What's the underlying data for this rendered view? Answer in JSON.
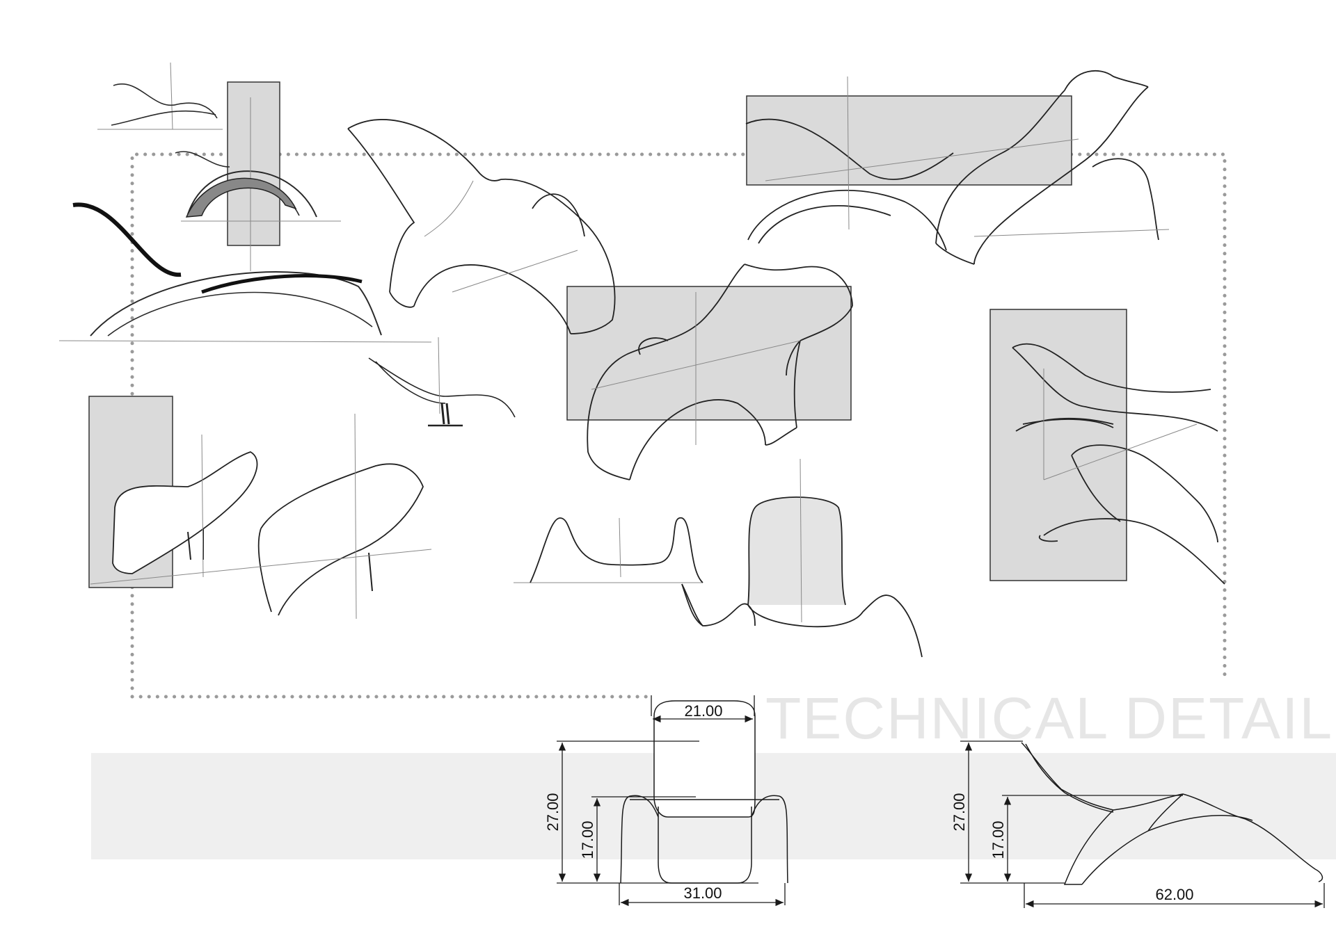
{
  "page": {
    "title": "TECHNICAL DETAILS"
  },
  "front_view": {
    "top_width": "21.00",
    "bottom_width": "31.00",
    "total_height": "27.00",
    "seat_height": "17.00"
  },
  "side_view": {
    "total_height": "27.00",
    "seat_height": "17.00",
    "length": "62.00"
  },
  "colors": {
    "panel": "#dadada",
    "band": "#efefef",
    "stroke": "#2a2a2a",
    "dots": "#9a9a9a",
    "title": "#e6e6e6"
  }
}
